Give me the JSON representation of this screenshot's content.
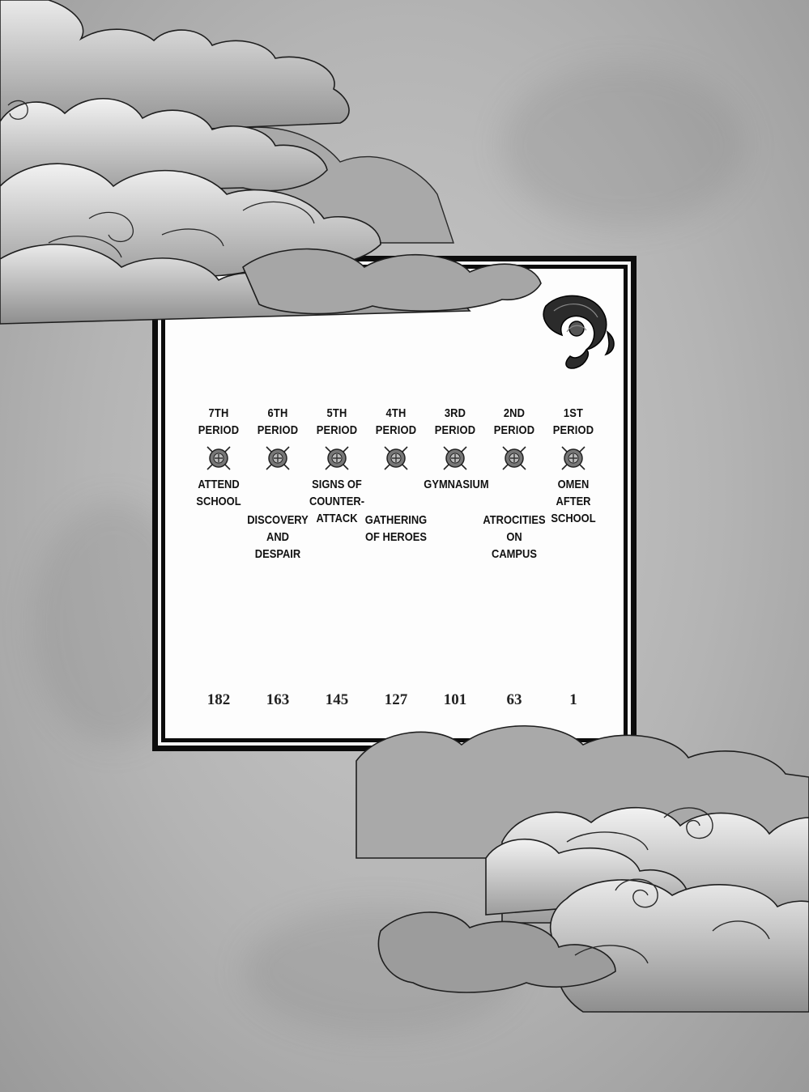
{
  "chapters": [
    {
      "period": "7TH\nPERIOD",
      "title": "ATTEND\nSCHOOL",
      "page": "182",
      "low": false
    },
    {
      "period": "6TH\nPERIOD",
      "title": "DISCOVERY\nAND\nDESPAIR",
      "page": "163",
      "low": true
    },
    {
      "period": "5TH\nPERIOD",
      "title": "SIGNS OF\nCOUNTER-\nATTACK",
      "page": "145",
      "low": false
    },
    {
      "period": "4TH\nPERIOD",
      "title": "GATHERING\nOF HEROES",
      "page": "127",
      "low": true
    },
    {
      "period": "3RD\nPERIOD",
      "title": "GYMNASIUM",
      "page": "101",
      "low": false
    },
    {
      "period": "2ND\nPERIOD",
      "title": "ATROCITIES\nON\nCAMPUS",
      "page": "63",
      "low": true
    },
    {
      "period": "1ST\nPERIOD",
      "title": "OMEN\nAFTER\nSCHOOL",
      "page": "1",
      "low": false
    }
  ],
  "icons": {
    "chapter_emblem": "crest-emblem-icon",
    "corner_ornament": "tomoe-ornament-icon"
  },
  "colors": {
    "background": "#b4b4b4",
    "frame": "#0c0c0c",
    "paper": "#fdfdfd",
    "cloud": "#e6e6e6"
  }
}
